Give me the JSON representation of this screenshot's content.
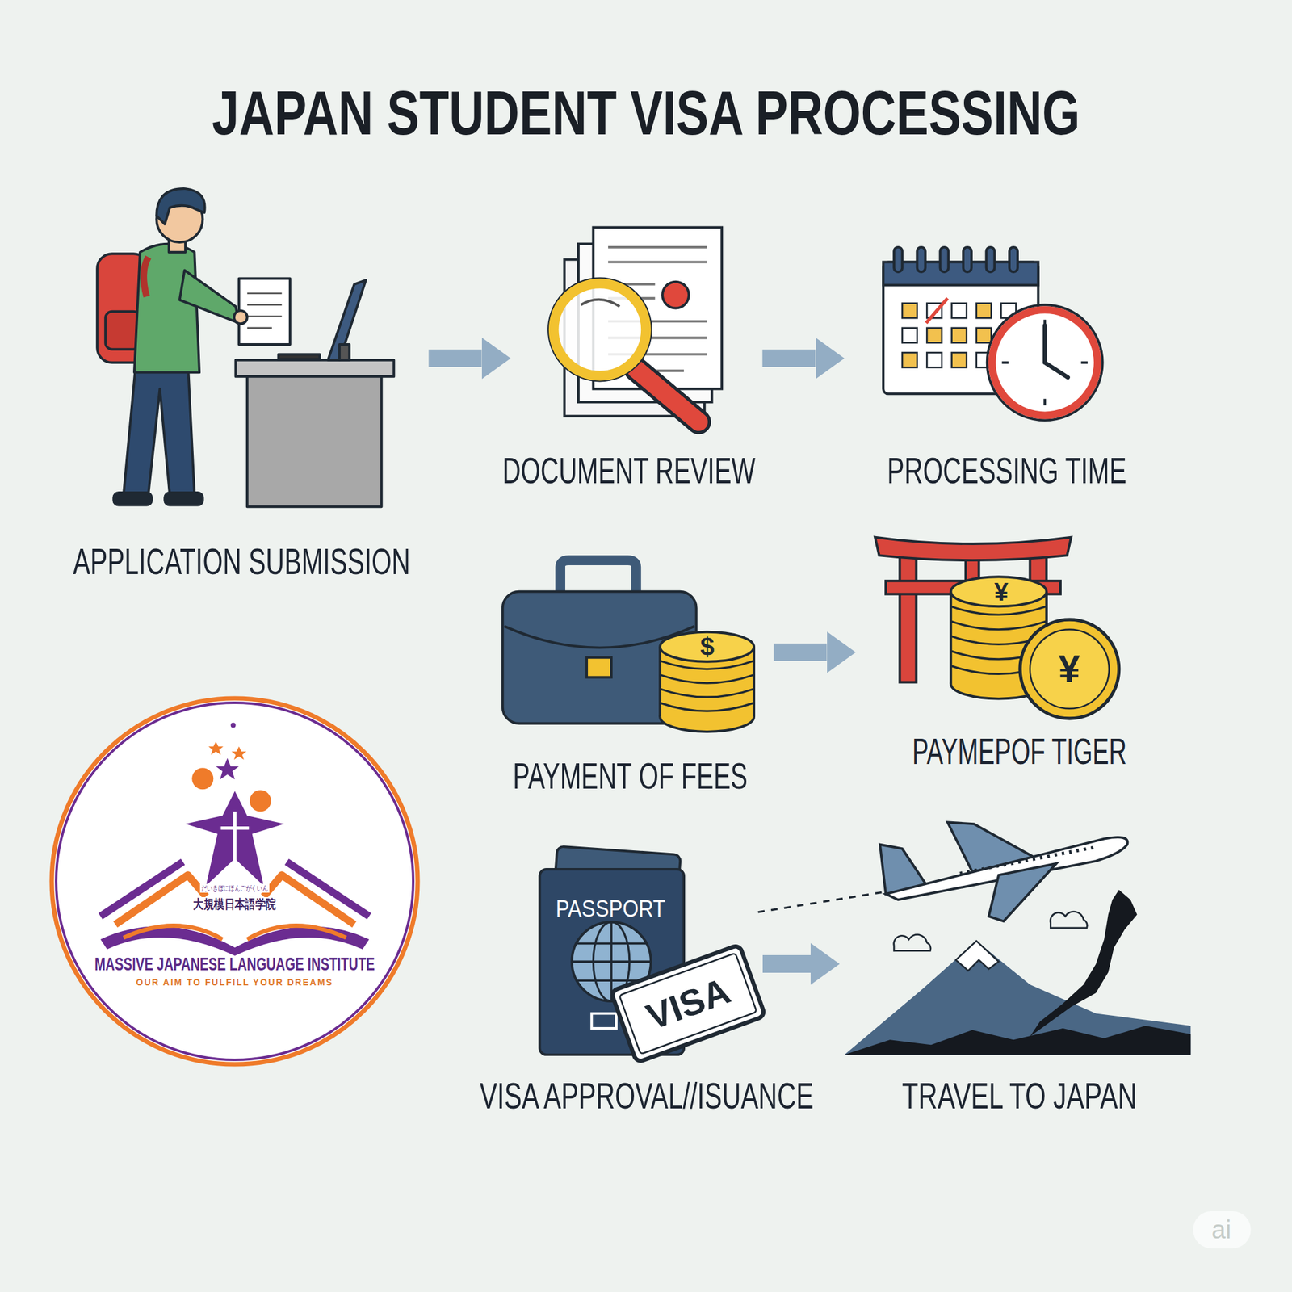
{
  "diagram": {
    "title": "JAPAN STUDENT VISA PROCESSING",
    "nodes": [
      {
        "text": [
          "APPLICATION SUBMISSION"
        ]
      },
      {
        "text": [
          "DOCUMENT REVIEW"
        ]
      },
      {
        "text": [
          "PROCESSING TIME"
        ]
      },
      {
        "text": [
          "PAYMENT OF FEES"
        ]
      },
      {
        "text": [
          "PAYMEPOF TIGER"
        ]
      },
      {
        "text": [
          "VISA APPROVAL//ISUANCE"
        ]
      },
      {
        "text": [
          "TRAVEL TO JAPAN"
        ]
      },
      {
        "text": [
          "だいきぼにほんごがくいん",
          "大規模日本語学院",
          "MASSIVE JAPANESE LANGUAGE INSTITUTE",
          "OUR AIM TO FULFILL YOUR DREAMS"
        ]
      }
    ],
    "edges": [
      {
        "from": 0,
        "to": 1,
        "arrow": "to"
      },
      {
        "from": 1,
        "to": 2,
        "arrow": "to"
      },
      {
        "from": 3,
        "to": 4,
        "arrow": "to"
      },
      {
        "from": 5,
        "to": 6,
        "arrow": "to"
      }
    ],
    "labels": [
      "$",
      "¥",
      "¥",
      "PASSPORT",
      "VISA",
      "ai"
    ]
  }
}
